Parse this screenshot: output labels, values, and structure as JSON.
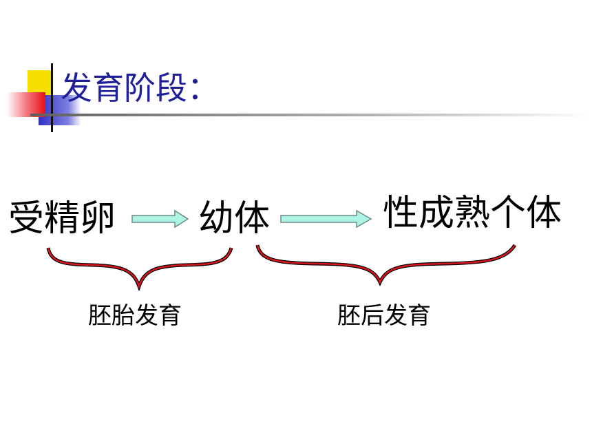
{
  "colors": {
    "title_text": "#1f1f9a",
    "accent_yellow": "#f5e000",
    "accent_red": "#e8101a",
    "accent_blue": "#3030c8",
    "brace_red": "#d8141c",
    "arrow_fill": "#aef4e4",
    "arrow_stroke": "#6a8a84"
  },
  "title": "发育阶段：",
  "stages": [
    "受精卵",
    "幼体",
    "性成熟个体"
  ],
  "periods": [
    "胚胎发育",
    "胚后发育"
  ]
}
